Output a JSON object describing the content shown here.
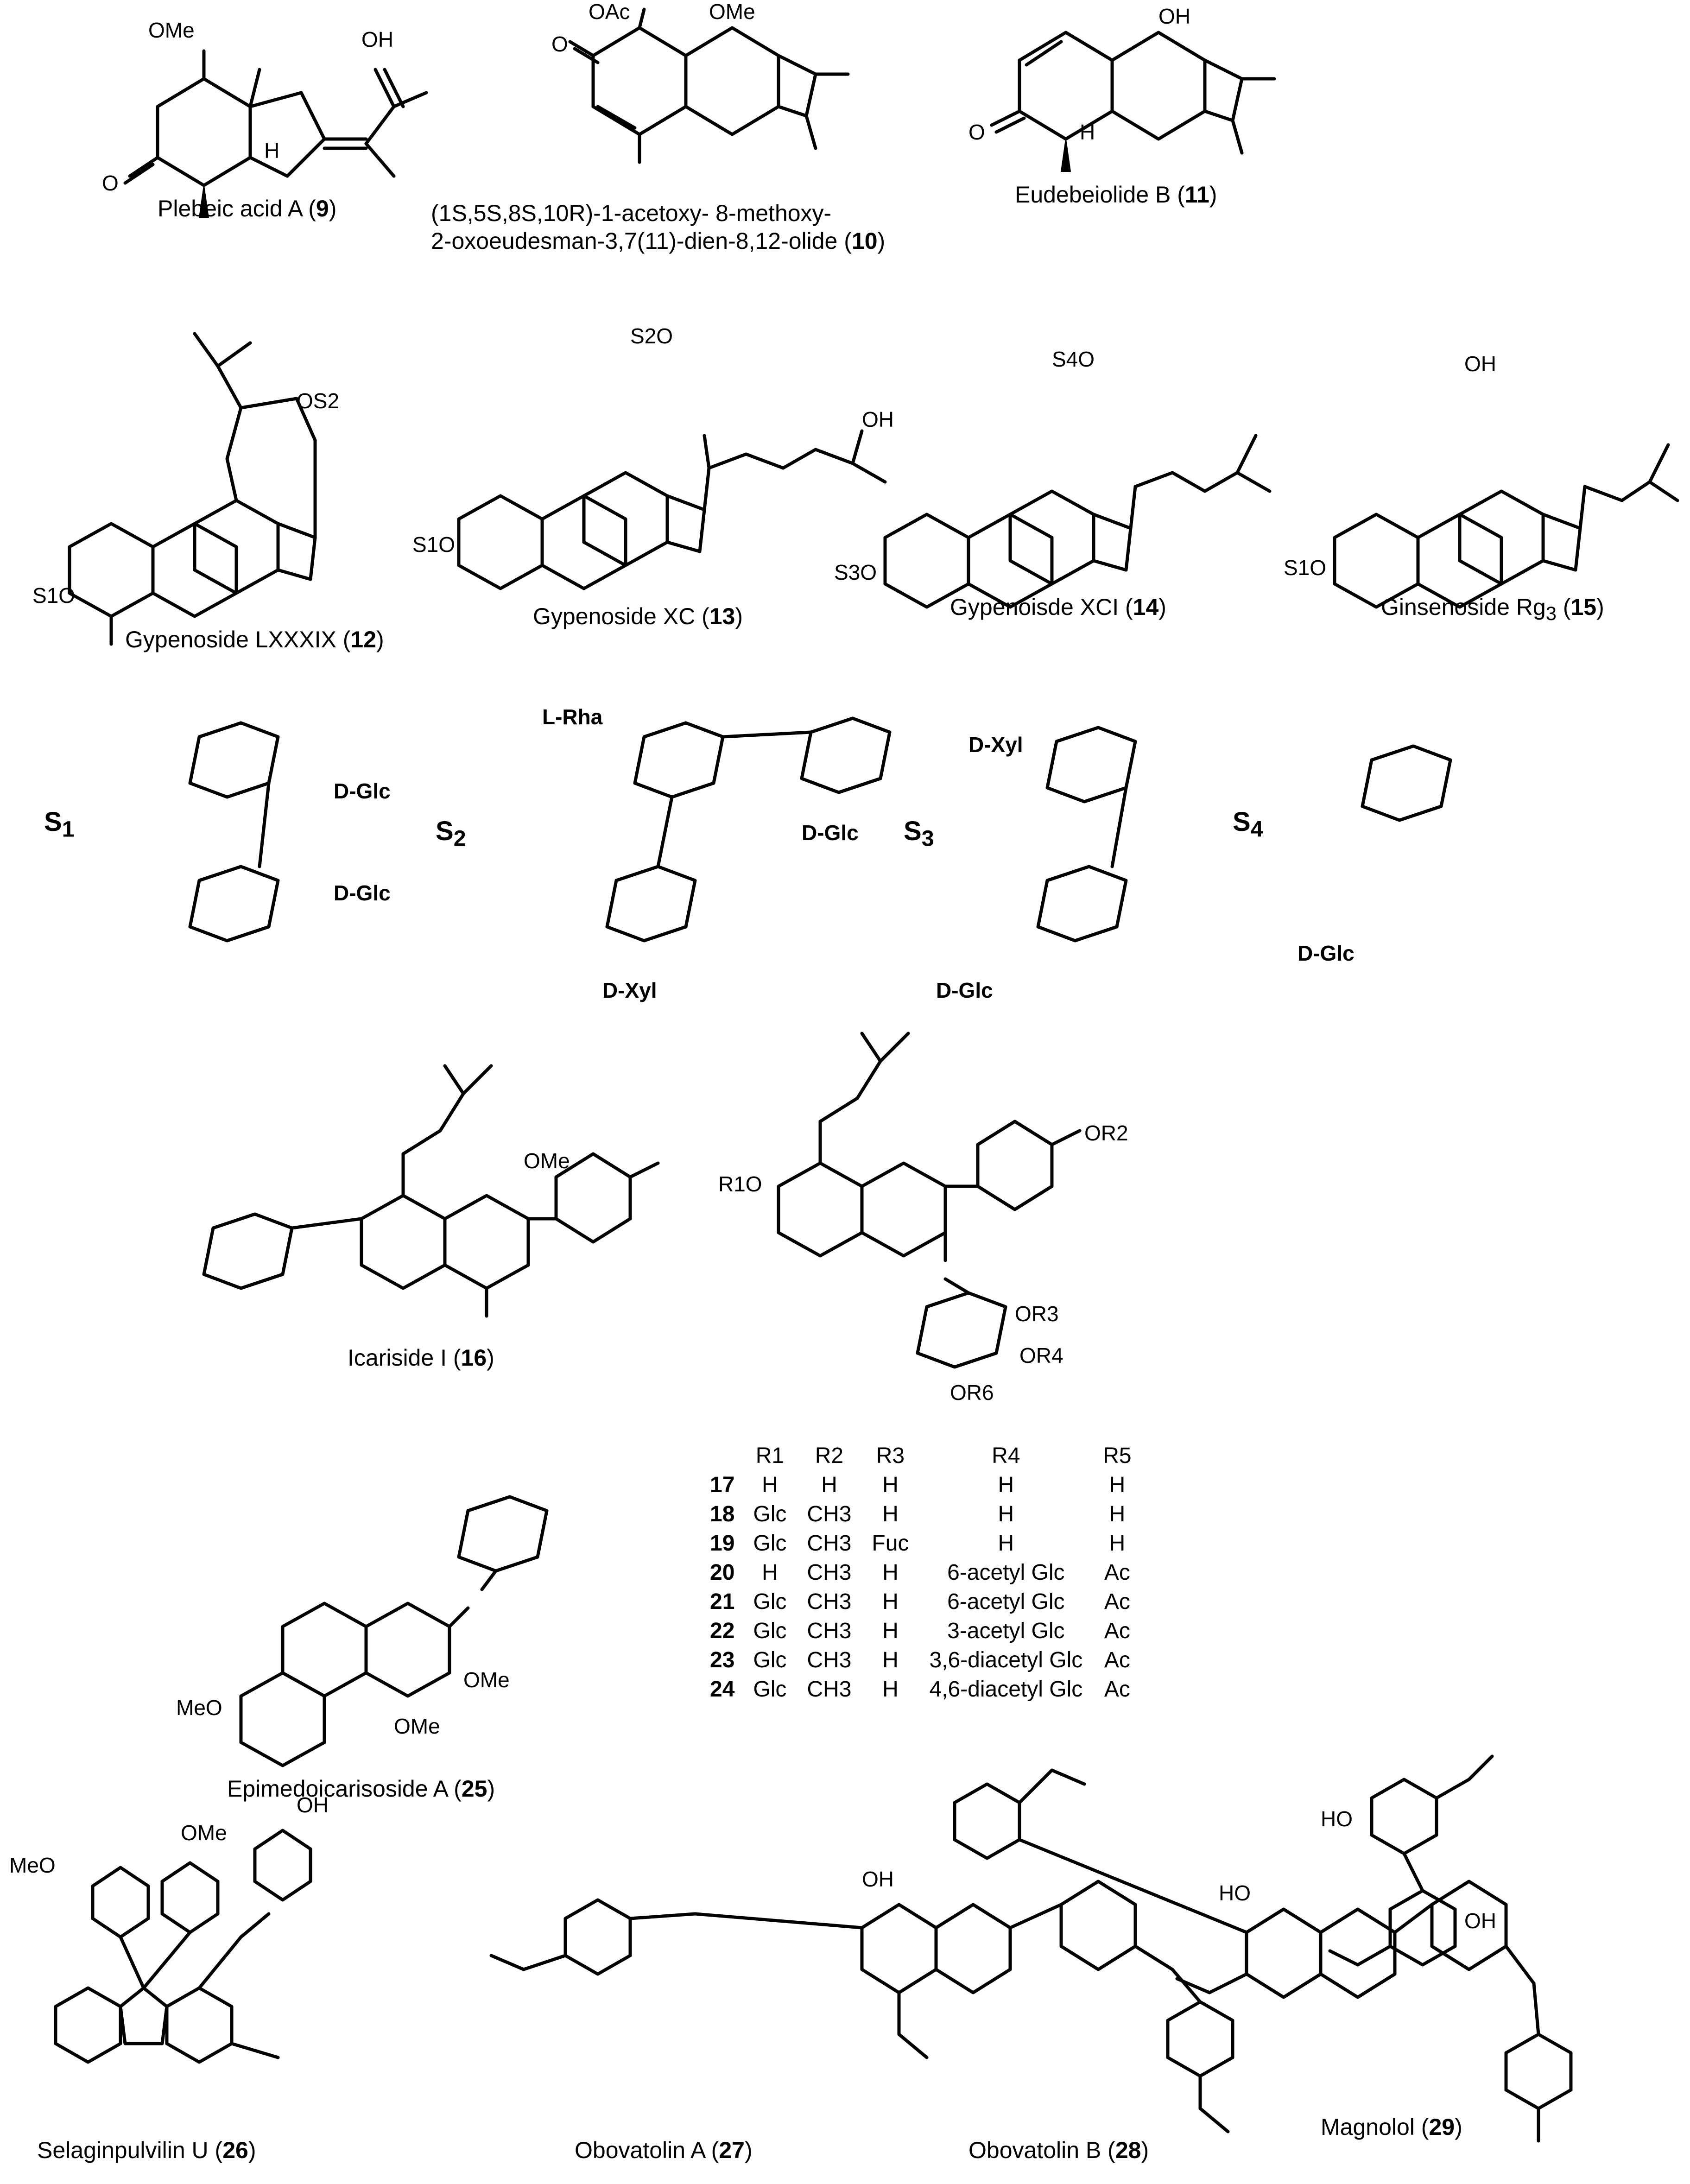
{
  "captions": {
    "c9_name": "Plebeic acid A (",
    "c9_num": "9",
    "c9_end": ")",
    "c10_line1": "(1S,5S,8S,10R)-1-acetoxy- 8-methoxy-",
    "c10_line2": "2-oxoeudesman-3,7(11)-dien-8,12-olide (",
    "c10_num": "10",
    "c10_end": ")",
    "c11_name": "Eudebeiolide B (",
    "c11_num": "11",
    "c11_end": ")",
    "c12_name": "Gypenoside LXXXIX (",
    "c12_num": "12",
    "c12_end": ")",
    "c13_name": "Gypenoside XC (",
    "c13_num": "13",
    "c13_end": ")",
    "c14_name": "Gypenoisde XCI (",
    "c14_num": "14",
    "c14_end": ")",
    "c15_name": "Ginsenoside Rg",
    "c15_sub": "3",
    "c15_mid": " (",
    "c15_num": "15",
    "c15_end": ")",
    "c16_name": "Icariside I (",
    "c16_num": "16",
    "c16_end": ")",
    "c25_name": "Epimedoicarisoside A (",
    "c25_num": "25",
    "c25_end": ")",
    "c26_name": "Selaginpulvilin U (",
    "c26_num": "26",
    "c26_end": ")",
    "c27_name": "Obovatolin A (",
    "c27_num": "27",
    "c27_end": ")",
    "c28_name": "Obovatolin B (",
    "c28_num": "28",
    "c28_end": ")",
    "c29_name": "Magnolol (",
    "c29_num": "29",
    "c29_end": ")"
  },
  "substituents": {
    "s1": {
      "label": "S",
      "sub": "1",
      "sugars": [
        "D-Glc",
        "D-Glc"
      ]
    },
    "s2": {
      "label": "S",
      "sub": "2",
      "sugars": [
        "L-Rha",
        "D-Glc",
        "D-Xyl"
      ]
    },
    "s3": {
      "label": "S",
      "sub": "3",
      "sugars": [
        "D-Xyl",
        "D-Glc"
      ]
    },
    "s4": {
      "label": "S",
      "sub": "4",
      "sugars": [
        "D-Glc"
      ]
    }
  },
  "atoms": {
    "ome": "OMe",
    "oac": "OAc",
    "oh": "OH",
    "o": "O",
    "h": "H",
    "ho": "HO",
    "meo": "MeO",
    "s1o": "S1O",
    "s2o": "S2O",
    "s3o": "S3O",
    "s4o": "S4O",
    "os2": "OS2",
    "r1o": "R1O",
    "or2": "OR2",
    "or3": "OR3",
    "or4": "OR4",
    "or6": "OR6"
  },
  "rtable": {
    "headers": [
      "",
      "R1",
      "R2",
      "R3",
      "R4",
      "R5"
    ],
    "rows": [
      [
        "17",
        "H",
        "H",
        "H",
        "H",
        "H"
      ],
      [
        "18",
        "Glc",
        "CH3",
        "H",
        "H",
        "H"
      ],
      [
        "19",
        "Glc",
        "CH3",
        "Fuc",
        "H",
        "H"
      ],
      [
        "20",
        "H",
        "CH3",
        "H",
        "6-acetyl Glc",
        "Ac"
      ],
      [
        "21",
        "Glc",
        "CH3",
        "H",
        "6-acetyl Glc",
        "Ac"
      ],
      [
        "22",
        "Glc",
        "CH3",
        "H",
        "3-acetyl Glc",
        "Ac"
      ],
      [
        "23",
        "Glc",
        "CH3",
        "H",
        "3,6-diacetyl Glc",
        "Ac"
      ],
      [
        "24",
        "Glc",
        "CH3",
        "H",
        "4,6-diacetyl Glc",
        "Ac"
      ]
    ]
  }
}
